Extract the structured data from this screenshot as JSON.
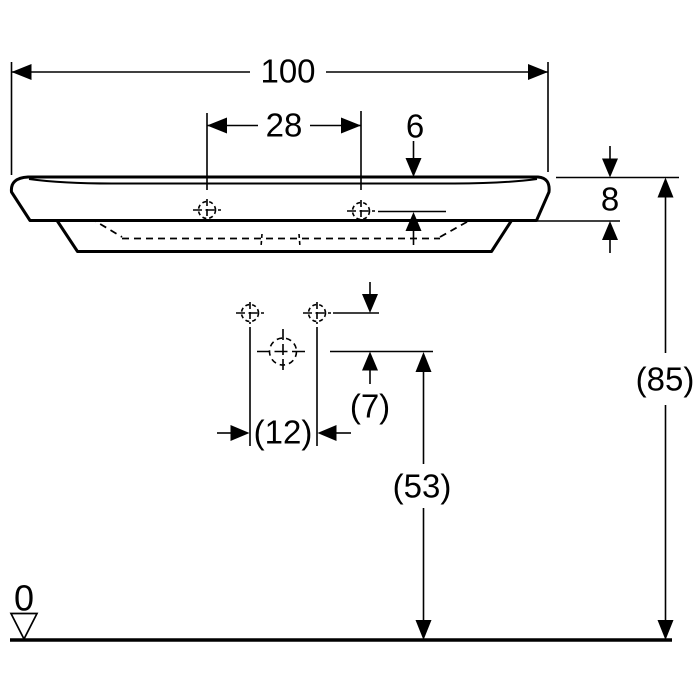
{
  "drawing": {
    "colors": {
      "line": "#000000",
      "background": "#ffffff"
    },
    "dimensions": {
      "overall_width": "100",
      "tap_hole_spacing": "28",
      "tap_deck_depth": "6",
      "rim_edge_height": "8",
      "overall_height": "(85)",
      "outlet_height": "(53)",
      "outlet_offset": "(7)",
      "fixture_spacing": "(12)",
      "datum_level": "0"
    }
  }
}
